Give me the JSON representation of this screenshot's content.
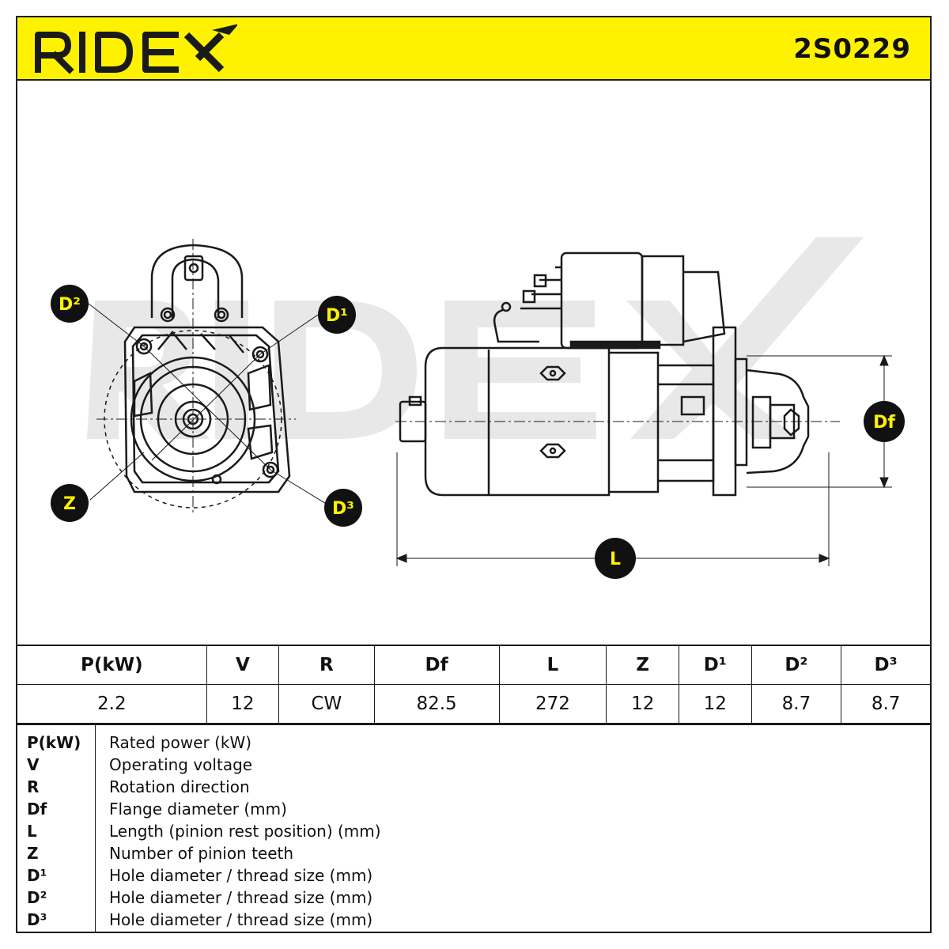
{
  "header": {
    "brand": "RIDEX",
    "part_number": "2S0229"
  },
  "colors": {
    "accent": "#fff200",
    "ink": "#1a1a1a",
    "watermark": "#e6e6e6"
  },
  "labels": {
    "d2": "D²",
    "d1": "D¹",
    "z": "Z",
    "d3": "D³",
    "df": "Df",
    "l": "L"
  },
  "table": {
    "headers": [
      "P(kW)",
      "V",
      "R",
      "Df",
      "L",
      "Z",
      "D¹",
      "D²",
      "D³"
    ],
    "values": [
      "2.2",
      "12",
      "CW",
      "82.5",
      "272",
      "12",
      "12",
      "8.7",
      "8.7"
    ]
  },
  "legend": [
    {
      "symbol": "P(kW)",
      "description": "Rated power (kW)"
    },
    {
      "symbol": "V",
      "description": "Operating voltage"
    },
    {
      "symbol": "R",
      "description": "Rotation direction"
    },
    {
      "symbol": "Df",
      "description": "Flange diameter (mm)"
    },
    {
      "symbol": "L",
      "description": "Length (pinion rest position) (mm)"
    },
    {
      "symbol": "Z",
      "description": "Number of pinion teeth"
    },
    {
      "symbol": "D¹",
      "description": "Hole diameter / thread size (mm)"
    },
    {
      "symbol": "D²",
      "description": "Hole diameter / thread size (mm)"
    },
    {
      "symbol": "D³",
      "description": "Hole diameter / thread size (mm)"
    }
  ]
}
